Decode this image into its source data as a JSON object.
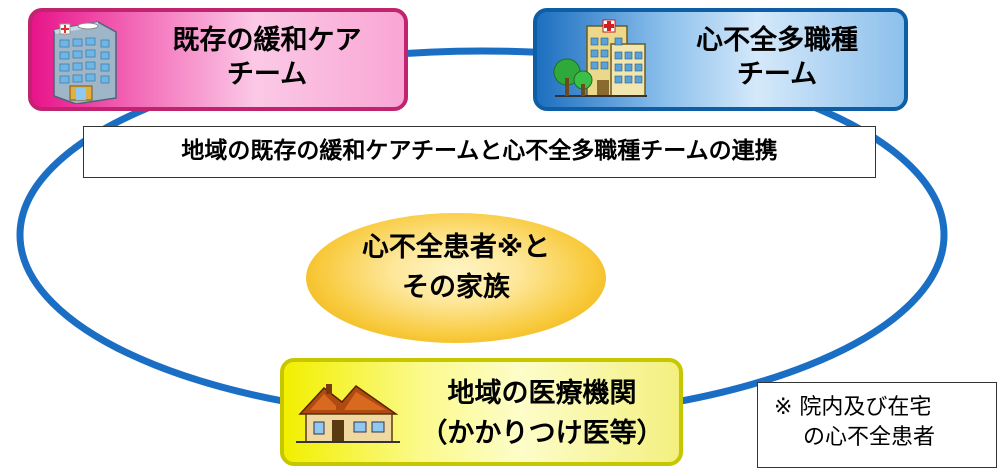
{
  "teams": {
    "palliative": {
      "label": "既存の緩和ケア\nチーム",
      "icon": "hospital-building-icon"
    },
    "heart_failure": {
      "label": "心不全多職種\nチーム",
      "icon": "hospital-with-trees-icon"
    }
  },
  "link_banner": "地域の既存の緩和ケアチームと心不全多職種チームの連携",
  "patient": {
    "label": "心不全患者※と\nその家族"
  },
  "local_medical": {
    "label": "地域の医療機関\n（かかりつけ医等）",
    "icon": "house-icon"
  },
  "footnote": "※ 院内及び在宅\n　 の心不全患者",
  "colors": {
    "ring": "#1a6fc4",
    "palliative_border": "#c0246e",
    "heart_border": "#0e5ea6",
    "local_border": "#c7c700",
    "patient_fill": "#f8c93a"
  }
}
